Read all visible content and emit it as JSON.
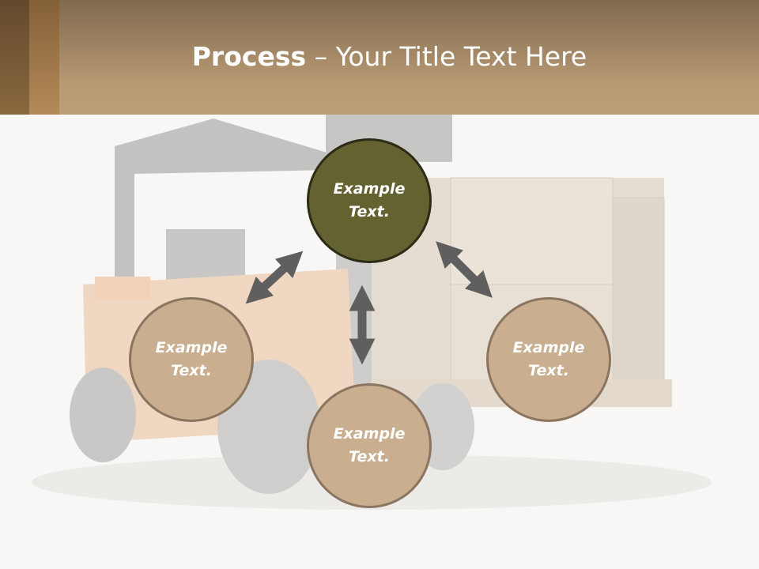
{
  "header": {
    "title_bold": "Process",
    "title_rest": " – Your Title Text Here"
  },
  "diagram": {
    "nodes": [
      {
        "id": "top",
        "line1": "Example",
        "line2": "Text."
      },
      {
        "id": "left",
        "line1": "Example",
        "line2": "Text."
      },
      {
        "id": "right",
        "line1": "Example",
        "line2": "Text."
      },
      {
        "id": "bottom",
        "line1": "Example",
        "line2": "Text."
      }
    ]
  },
  "colors": {
    "header": "#b99a74",
    "main_node": "#656232",
    "node": "#c9af8f",
    "arrow": "#5f5f5f"
  }
}
